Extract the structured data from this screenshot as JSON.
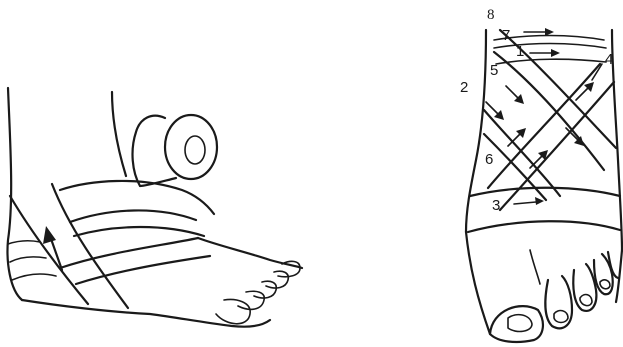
{
  "figure_number": "8",
  "right_view": {
    "turn_labels": [
      "1",
      "2",
      "3",
      "4",
      "5",
      "6",
      "7"
    ]
  }
}
